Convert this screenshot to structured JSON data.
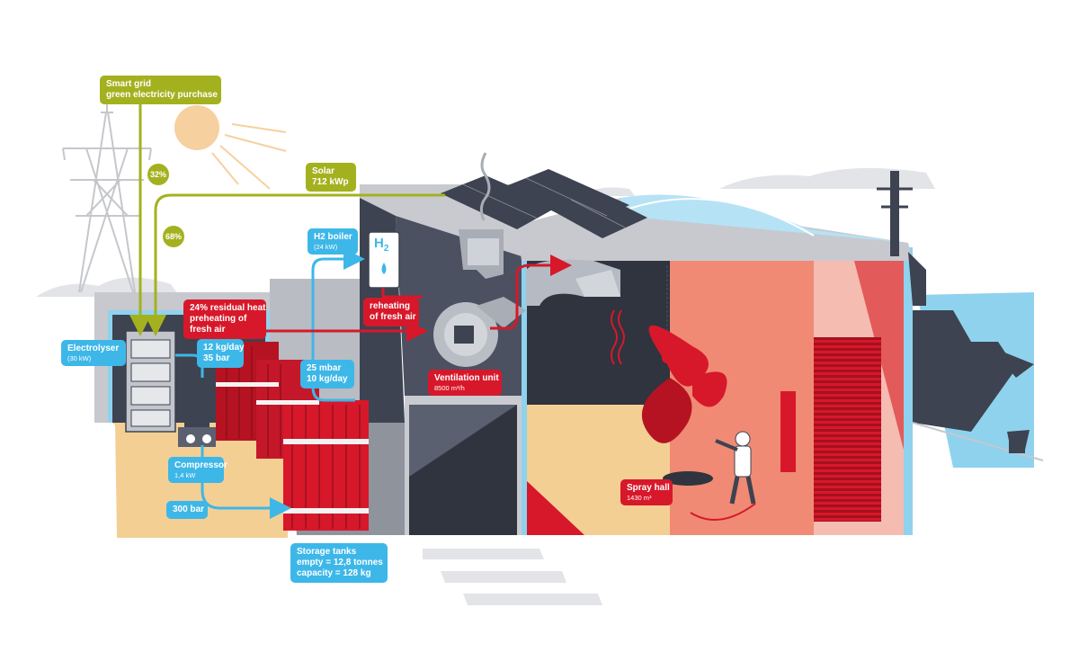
{
  "labels": {
    "smart_grid": {
      "line1": "Smart grid",
      "line2": "green electricity purchase"
    },
    "pct_32": "32%",
    "pct_68": "68%",
    "solar": {
      "line1": "Solar",
      "line2": "712 kWp"
    },
    "h2_boiler": {
      "title": "H2 boiler",
      "sub": "(24 kW)"
    },
    "h2_symbol": "H",
    "h2_subscript": "2",
    "residual_heat": {
      "line1": "24% residual heat",
      "line2": "preheating of",
      "line3": "fresh air"
    },
    "reheating": {
      "line1": "reheating",
      "line2": "of fresh air"
    },
    "electrolyser": {
      "title": "Electrolyser",
      "sub": "(30 kW)"
    },
    "flow_12": {
      "line1": "12 kg/day",
      "line2": "35 bar"
    },
    "flow_25": {
      "line1": "25 mbar",
      "line2": "10 kg/day"
    },
    "ventilation": {
      "title": "Ventilation unit",
      "sub": "8500 m³/h"
    },
    "compressor": {
      "title": "Compressor",
      "sub": "1,4 kW"
    },
    "bar_300": "300 bar",
    "spray_hall": {
      "title": "Spray hall",
      "sub": "1430 m³"
    },
    "storage": {
      "line1": "Storage tanks",
      "line2": "empty = 12,8 tonnes",
      "line3": "capacity = 128 kg"
    }
  },
  "colors": {
    "green": "#a4b11f",
    "blue": "#3db7e8",
    "red": "#d7182a",
    "dark": "#3d4350",
    "salmon": "#f08a74",
    "pink": "#f5bcb2",
    "sand": "#f3cf94",
    "sea": "#8fd2ee"
  }
}
